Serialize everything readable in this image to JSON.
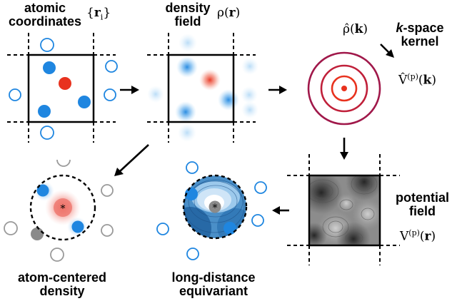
{
  "labels": {
    "atomic_coordinates_1": "atomic",
    "atomic_coordinates_2": "coordinates",
    "density_field_1": "density",
    "density_field_2": "field",
    "kspace_1_italic": "k",
    "kspace_1_rest": "-space",
    "kspace_2": "kernel",
    "potential_field_1": "potential",
    "potential_field_2": "field",
    "atom_centered_1": "atom-centered",
    "atom_centered_2": "density",
    "long_distance_1": "long-distance",
    "long_distance_2": "equivariant"
  },
  "math": {
    "r_i": {
      "open": "{",
      "symbol": "r",
      "sub": "i",
      "close": "}"
    },
    "rho_r": {
      "symbol": "ρ",
      "arg": "r"
    },
    "rho_hat_k": {
      "symbol": "ρ̂",
      "arg": "k"
    },
    "v_hat_k": {
      "symbol": "V̂",
      "sup": "(p)",
      "arg": "k"
    },
    "v_r": {
      "symbol": "V",
      "sup": "(p)",
      "arg": "r"
    },
    "center_marker": "*"
  },
  "colors": {
    "image_atom": "#1f86e0",
    "central_atom": "#e8321e",
    "kernel_outer": "#a0184a",
    "kernel_inner": "#e8321e",
    "neighbor_gray": "#8a8a8a",
    "frame": "#000000"
  }
}
